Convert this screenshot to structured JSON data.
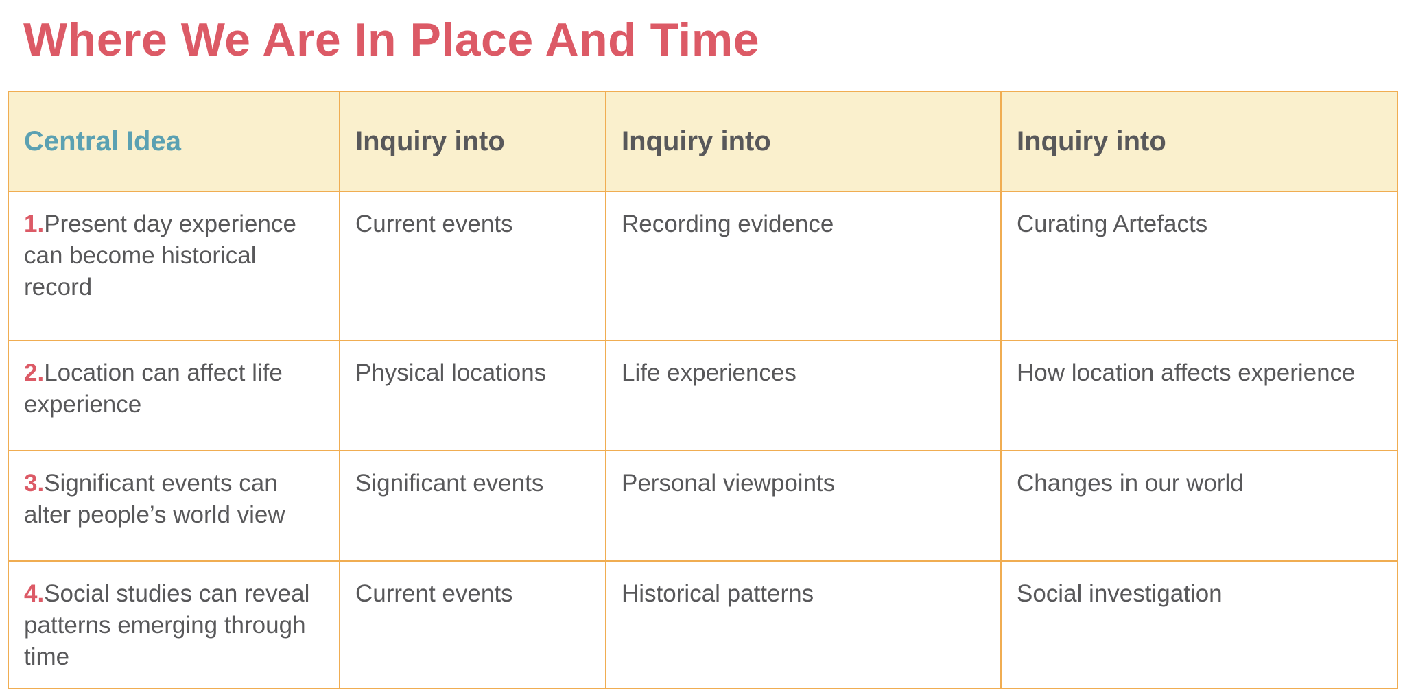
{
  "title": "Where We Are In Place And Time",
  "colors": {
    "title": "#dc5a66",
    "central_header": "#5ba1b2",
    "border": "#f0ad52",
    "header_bg": "#faf0cd",
    "text": "#58585a"
  },
  "table": {
    "headers": [
      "Central Idea",
      "Inquiry into",
      "Inquiry into",
      "Inquiry into"
    ],
    "rows": [
      {
        "num": "1.",
        "idea": "Present day experience can become historical record",
        "cells": [
          "Current events",
          "Recording evidence",
          "Curating Artefacts"
        ]
      },
      {
        "num": "2.",
        "idea": "Location can affect life experience",
        "cells": [
          "Physical locations",
          "Life experiences",
          "How location affects experience"
        ]
      },
      {
        "num": "3.",
        "idea": "Significant events can alter people’s world view",
        "cells": [
          "Significant events",
          "Personal viewpoints",
          "Changes in our world"
        ]
      },
      {
        "num": "4.",
        "idea": "Social studies can reveal patterns emerging through time",
        "cells": [
          "Current events",
          "Historical patterns",
          "Social investigation"
        ]
      }
    ]
  }
}
